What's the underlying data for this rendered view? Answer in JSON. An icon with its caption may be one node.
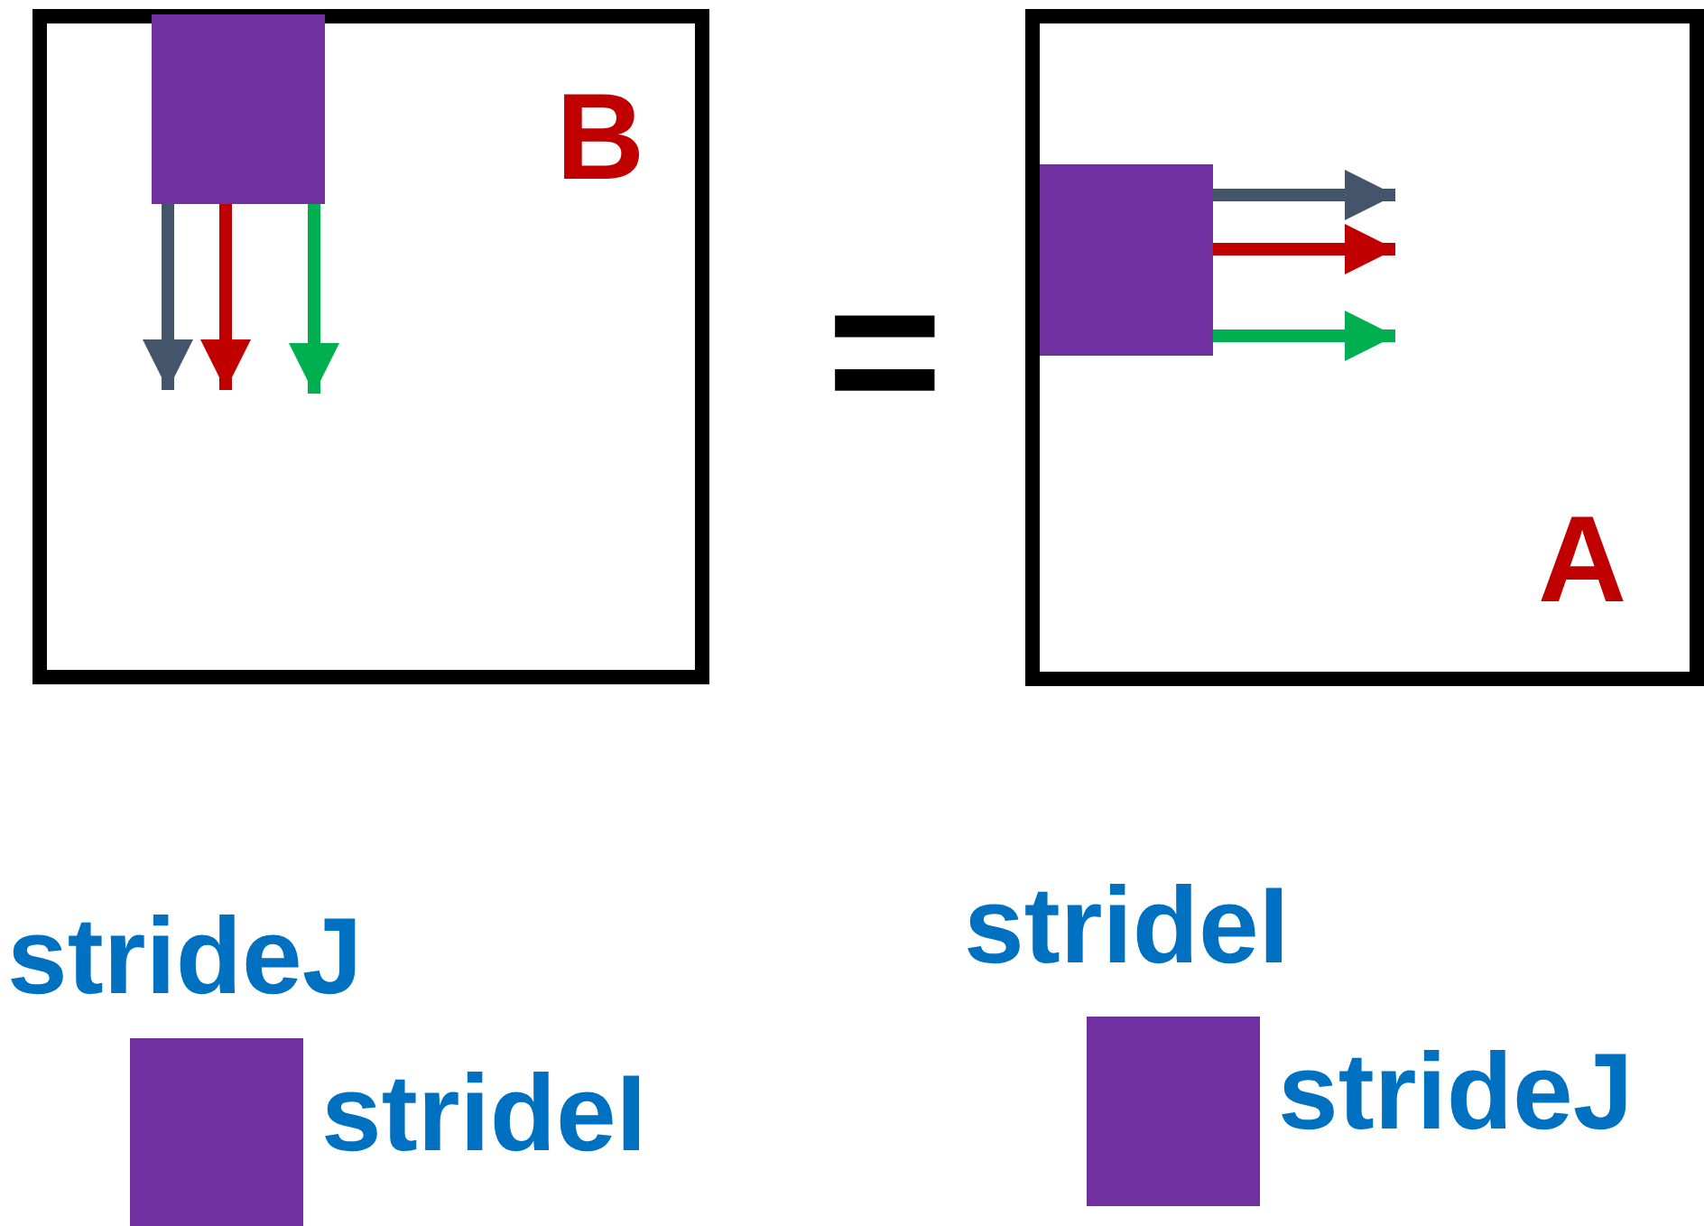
{
  "diagram": {
    "nodes": [
      {
        "text": [
          "B"
        ]
      },
      {
        "text": [],
        "shape": "box",
        "in": 0
      },
      {
        "text": [
          "A"
        ]
      },
      {
        "text": [],
        "shape": "box",
        "in": 2
      },
      {
        "text": [],
        "shape": "box",
        "beside": [
          "strideJ",
          "strideI"
        ]
      },
      {
        "text": [],
        "shape": "box",
        "beside": [
          "strideI",
          "strideJ"
        ]
      }
    ],
    "edges": [
      {
        "from": 1,
        "to": null,
        "arrow": "to",
        "color": "#44546a"
      },
      {
        "from": 1,
        "to": null,
        "arrow": "to",
        "color": "#c00000"
      },
      {
        "from": 1,
        "to": null,
        "arrow": "to",
        "color": "#00b050"
      },
      {
        "from": 3,
        "to": null,
        "arrow": "to",
        "color": "#44546a"
      },
      {
        "from": 3,
        "to": null,
        "arrow": "to",
        "color": "#c00000"
      },
      {
        "from": 3,
        "to": null,
        "arrow": "to",
        "color": "#00b050"
      }
    ],
    "labels": [
      "="
    ]
  }
}
